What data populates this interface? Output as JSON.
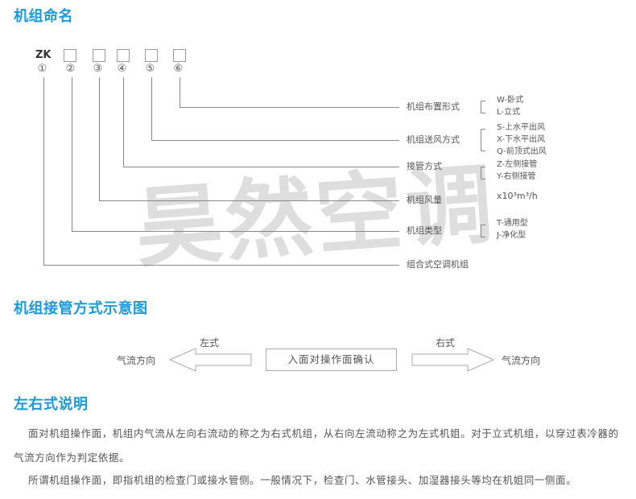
{
  "watermark": "昊然空调",
  "section1": {
    "title": "机组命名",
    "prefix": "ZK",
    "markers": [
      "①",
      "②",
      "③",
      "④",
      "⑤",
      "⑥"
    ],
    "items": [
      {
        "marker": "⑥",
        "label": "机组布置形式",
        "options": [
          "W-卧式",
          "L-立式"
        ]
      },
      {
        "marker": "⑤",
        "label": "机组送风方式",
        "options": [
          "S-上水平出风",
          "X-下水平出风",
          "Q-前顶式出风"
        ]
      },
      {
        "marker": "④",
        "label": "接管方式",
        "options": [
          "Z-左侧接管",
          "Y-右侧接管"
        ]
      },
      {
        "marker": "③",
        "label": "机组风量",
        "unit": "x10³m³/h"
      },
      {
        "marker": "②",
        "label": "机组类型",
        "options": [
          "T-通用型",
          "J-净化型"
        ]
      },
      {
        "marker": "①",
        "label": "组合式空调机组"
      }
    ]
  },
  "section2": {
    "title": "机组接管方式示意图",
    "left_arrow_label": "左式",
    "left_flow_text": "气流方向",
    "center_box_text": "入面对操作面确认",
    "right_arrow_label": "右式",
    "right_flow_text": "气流方向"
  },
  "section3": {
    "title": "左右式说明",
    "paragraphs": [
      "面对机组操作面，机组内气流从左向右流动的称之为右式机组，从右向左流动称之为左式机姐。对于立式机组，以穿过表冷器的气流方向作为判定依据。",
      "所谓机组操作面，即指机组的检查门或接水管侧。一般情况下，检查门、水管接头、加湿器接头等均在机姐同一侧面。"
    ]
  },
  "colors": {
    "heading": "#1b9ad6",
    "text": "#555555",
    "line": "#888888",
    "watermark": "#dedede"
  }
}
